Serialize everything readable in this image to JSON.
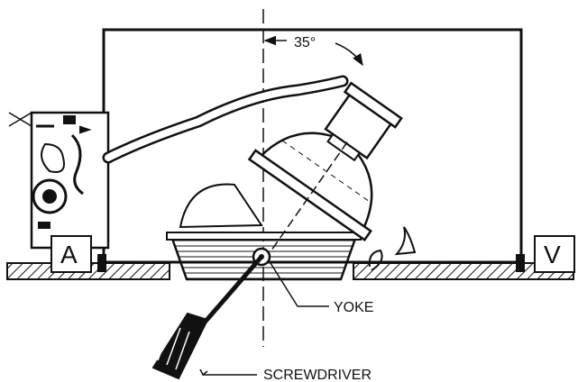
{
  "labels": {
    "angle": "35°",
    "yoke": "YOKE",
    "screwdriver": "SCREWDRIVER",
    "left_marker": "A",
    "right_marker": "V"
  },
  "colors": {
    "ink": "#111111",
    "paper": "#ffffff"
  }
}
